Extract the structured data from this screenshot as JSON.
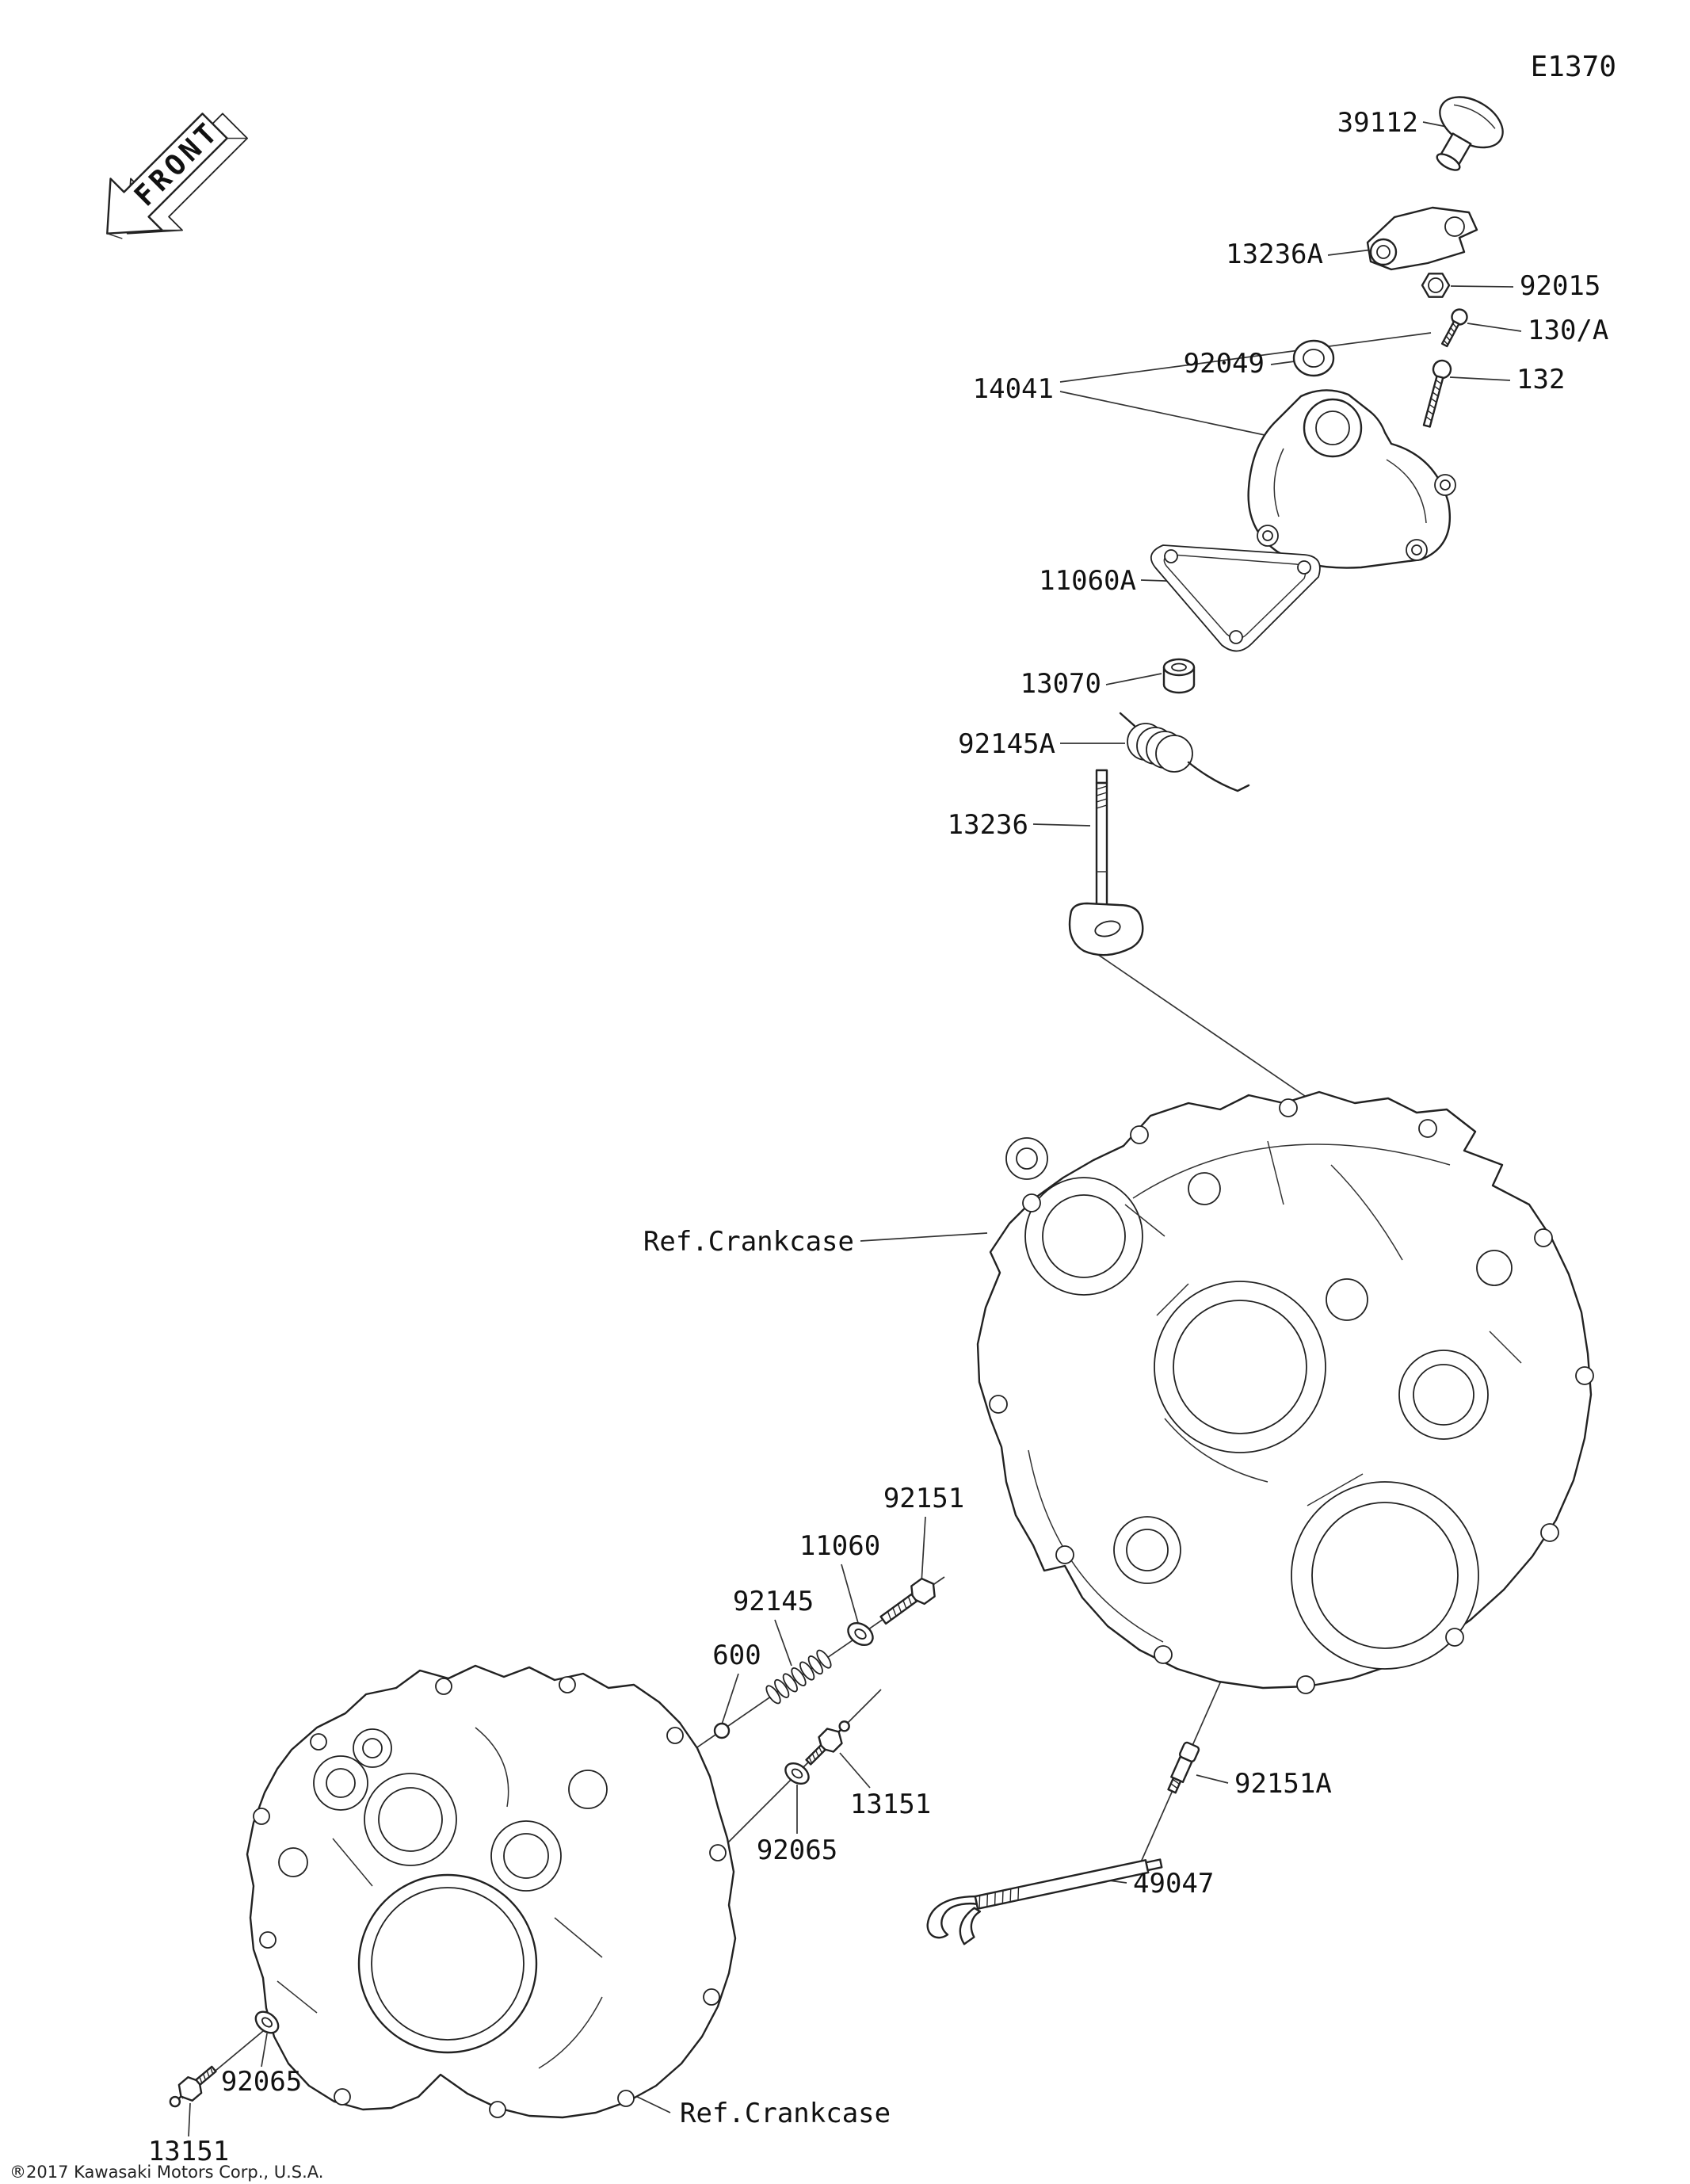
{
  "page": {
    "diagram_code": "E1370",
    "front_label": "FRONT",
    "copyright": "®2017 Kawasaki Motors Corp., U.S.A."
  },
  "labels": {
    "l39112": "39112",
    "l13236A": "13236A",
    "l92015": "92015",
    "l130A": "130/A",
    "l92049": "92049",
    "l132": "132",
    "l14041": "14041",
    "l11060A": "11060A",
    "l13070": "13070",
    "l92145A": "92145A",
    "l13236": "13236",
    "ref_crankcase_upper": "Ref.Crankcase",
    "l92151": "92151",
    "l11060": "11060",
    "l92145": "92145",
    "l600": "600",
    "l13151_mid": "13151",
    "l92065_mid": "92065",
    "l92151A": "92151A",
    "l49047": "49047",
    "ref_crankcase_lower": "Ref.Crankcase",
    "l92065_bottom": "92065",
    "l13151_bottom": "13151"
  }
}
